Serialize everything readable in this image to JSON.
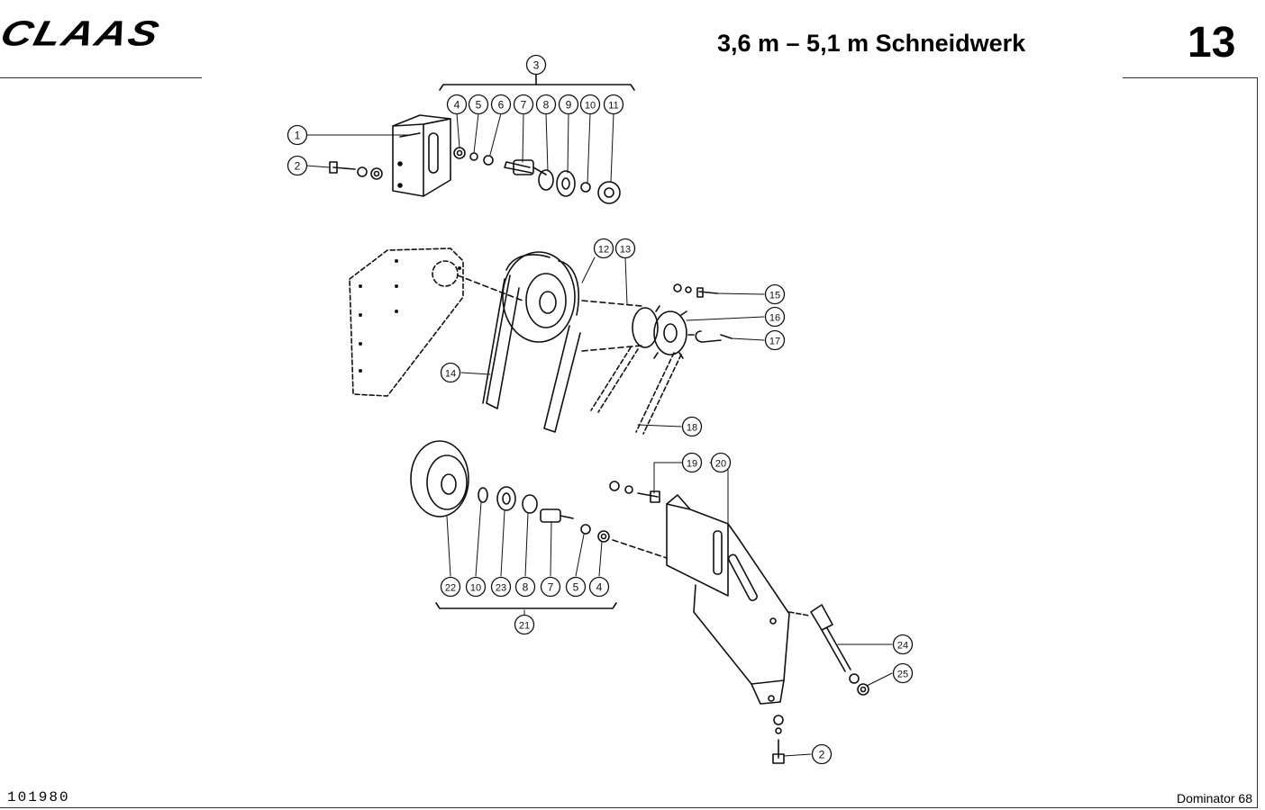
{
  "header": {
    "brand": "CLAAS",
    "title": "3,6 m  – 5,1 m Schneidwerk",
    "page_number": "13"
  },
  "footer": {
    "drawing_number": "101980",
    "model": "Dominator 68"
  },
  "callouts": [
    {
      "key": "c3",
      "label": "3"
    },
    {
      "key": "c4a",
      "label": "4"
    },
    {
      "key": "c5a",
      "label": "5"
    },
    {
      "key": "c6",
      "label": "6"
    },
    {
      "key": "c7a",
      "label": "7"
    },
    {
      "key": "c8a",
      "label": "8"
    },
    {
      "key": "c9",
      "label": "9"
    },
    {
      "key": "c10a",
      "label": "10"
    },
    {
      "key": "c11",
      "label": "11"
    },
    {
      "key": "c1",
      "label": "1"
    },
    {
      "key": "c2a",
      "label": "2"
    },
    {
      "key": "c12",
      "label": "12"
    },
    {
      "key": "c13",
      "label": "13"
    },
    {
      "key": "c15",
      "label": "15"
    },
    {
      "key": "c16",
      "label": "16"
    },
    {
      "key": "c17",
      "label": "17"
    },
    {
      "key": "c14",
      "label": "14"
    },
    {
      "key": "c18",
      "label": "18"
    },
    {
      "key": "c19",
      "label": "19"
    },
    {
      "key": "c20",
      "label": "20"
    },
    {
      "key": "c22",
      "label": "22"
    },
    {
      "key": "c10b",
      "label": "10"
    },
    {
      "key": "c23",
      "label": "23"
    },
    {
      "key": "c8b",
      "label": "8"
    },
    {
      "key": "c7b",
      "label": "7"
    },
    {
      "key": "c5b",
      "label": "5"
    },
    {
      "key": "c4b",
      "label": "4"
    },
    {
      "key": "c21",
      "label": "21"
    },
    {
      "key": "c24",
      "label": "24"
    },
    {
      "key": "c25",
      "label": "25"
    },
    {
      "key": "c2b",
      "label": "2"
    }
  ]
}
